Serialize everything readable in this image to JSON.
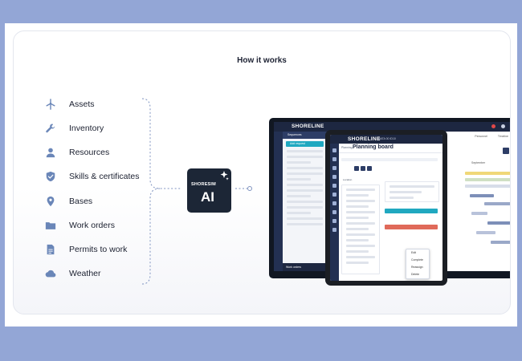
{
  "heading": "How it works",
  "sources": [
    {
      "label": "Assets",
      "icon": "wind-turbine-icon"
    },
    {
      "label": "Inventory",
      "icon": "wrench-icon"
    },
    {
      "label": "Resources",
      "icon": "person-icon"
    },
    {
      "label": "Skills & certificates",
      "icon": "shield-check-icon"
    },
    {
      "label": "Bases",
      "icon": "map-pin-icon"
    },
    {
      "label": "Work orders",
      "icon": "folder-icon"
    },
    {
      "label": "Permits to work",
      "icon": "document-icon"
    },
    {
      "label": "Weather",
      "icon": "cloud-icon"
    }
  ],
  "ai_badge": {
    "line1": "SHORESIM",
    "line2": "AI",
    "icon": "sparkles-icon"
  },
  "laptop": {
    "brand": "SHORELINE",
    "panel_header": "Sequences",
    "add_button": "Add request",
    "footer": "Work orders",
    "month": "September",
    "tabs": [
      "Personnel",
      "Timeline"
    ]
  },
  "tablet": {
    "brand": "SHORELINE",
    "top_text": "DATA 00 ID10",
    "breadcrumb": "Planning",
    "page_title": "Planning board",
    "location_label": "Location",
    "menu": [
      "Edit",
      "Complete",
      "Reassign",
      "Delete"
    ]
  },
  "colors": {
    "accent": "#20a8c0",
    "navy": "#1d2741",
    "icon": "#6a86b8",
    "background": "#93a6d6"
  }
}
